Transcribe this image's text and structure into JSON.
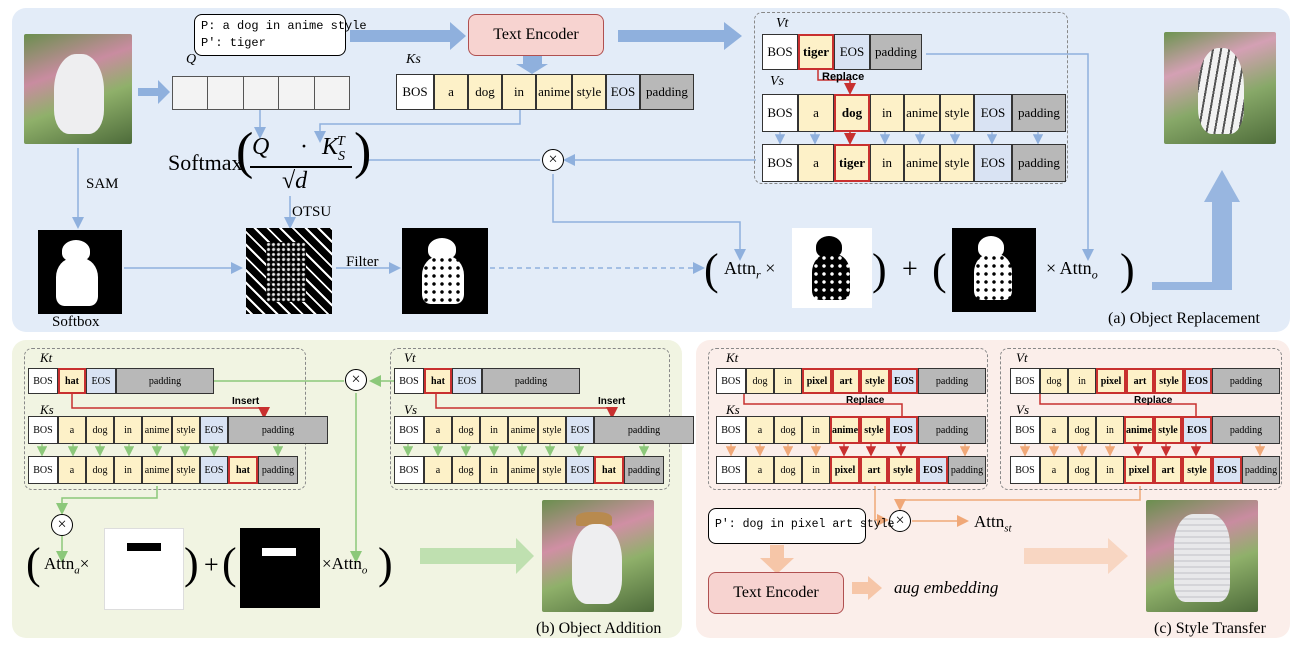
{
  "panel_a": {
    "caption": "(a) Object Replacement",
    "prompt_line1": "P: a dog in anime style",
    "prompt_line2": "P′: tiger",
    "text_encoder": "Text Encoder",
    "q_label": "Q",
    "ks_label": "Ks",
    "vt_label": "Vt",
    "vs_label": "Vs",
    "replace_label": "Replace",
    "sam_label": "SAM",
    "otsu_label": "OTSU",
    "filter_label": "Filter",
    "softbox_label": "Softbox",
    "softmax_label": "Softmax",
    "ks_tokens": [
      "BOS",
      "a",
      "dog",
      "in",
      "anime",
      "style",
      "EOS",
      "padding"
    ],
    "vt_tokens": [
      "BOS",
      "tiger",
      "EOS",
      "padding"
    ],
    "vs_tokens": [
      "BOS",
      "a",
      "dog",
      "in",
      "anime",
      "style",
      "EOS",
      "padding"
    ],
    "out_tokens": [
      "BOS",
      "a",
      "tiger",
      "in",
      "anime",
      "style",
      "EOS",
      "padding"
    ],
    "attn_r": "Attn",
    "attn_r_sub": "r",
    "attn_o": "Attn",
    "attn_o_sub": "o"
  },
  "panel_b": {
    "caption": "(b) Object Addition",
    "kt_label": "Kt",
    "ks_label": "Ks",
    "vt_label": "Vt",
    "vs_label": "Vs",
    "insert_label": "Insert",
    "kt_tokens": [
      "BOS",
      "hat",
      "EOS",
      "padding"
    ],
    "ks_tokens": [
      "BOS",
      "a",
      "dog",
      "in",
      "anime",
      "style",
      "EOS",
      "padding"
    ],
    "out_tokens": [
      "BOS",
      "a",
      "dog",
      "in",
      "anime",
      "style",
      "EOS",
      "hat",
      "padding"
    ],
    "attn_a": "Attn",
    "attn_a_sub": "a",
    "attn_o": "Attn",
    "attn_o_sub": "o"
  },
  "panel_c": {
    "caption": "(c) Style Transfer",
    "kt_label": "Kt",
    "ks_label": "Ks",
    "vt_label": "Vt",
    "vs_label": "Vs",
    "replace_label": "Replace",
    "kt_tokens": [
      "BOS",
      "dog",
      "in",
      "pixel",
      "art",
      "style",
      "EOS",
      "padding"
    ],
    "ks_tokens": [
      "BOS",
      "a",
      "dog",
      "in",
      "anime",
      "style",
      "EOS",
      "padding"
    ],
    "out_tokens": [
      "BOS",
      "a",
      "dog",
      "in",
      "pixel",
      "art",
      "style",
      "EOS",
      "padding"
    ],
    "prompt": "P′: dog in pixel art style",
    "text_encoder": "Text Encoder",
    "aug_embedding": "aug embedding",
    "attn_st": "Attn",
    "attn_st_sub": "st"
  },
  "colors": {
    "token_yellow": "#fdf1c8",
    "token_blue": "#d9e3f3",
    "token_gray": "#b8b8b8",
    "replace_red": "#c8302f",
    "panel_a_bg": "#e3ecf8",
    "panel_b_bg": "#f1f4e2",
    "panel_c_bg": "#fbeeea",
    "arrow_blue": "#8fb0dd",
    "arrow_green": "#8cc87a",
    "arrow_orange": "#f0a878"
  }
}
